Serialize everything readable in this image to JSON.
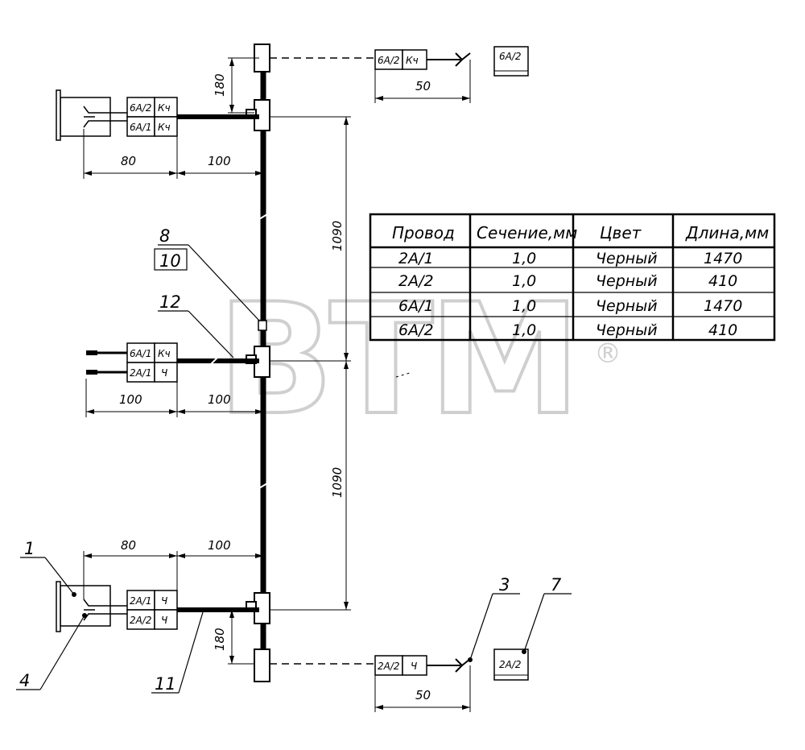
{
  "dims": {
    "d180_top": "180",
    "d50_top": "50",
    "d80_top": "80",
    "d100_top": "100",
    "d1090_upper": "1090",
    "d100_mid_left": "100",
    "d100_mid_right": "100",
    "d1090_lower": "1090",
    "d80_bottom": "80",
    "d100_bottom": "100",
    "d180_bottom": "180",
    "d50_bottom": "50"
  },
  "labels": {
    "p1": "1",
    "p3": "3",
    "p4": "4",
    "p7": "7",
    "p8": "8",
    "p10": "10",
    "p11": "11",
    "p12": "12"
  },
  "tags": {
    "top_right_wire": "6A/2",
    "top_right_color": "Кч",
    "top_right_box": "6A/2",
    "top_left_wire1": "6A/2",
    "top_left_color1": "Кч",
    "top_left_wire2": "6A/1",
    "top_left_color2": "Кч",
    "mid_wire1": "6A/1",
    "mid_color1": "Кч",
    "mid_wire2": "2A/1",
    "mid_color2": "Ч",
    "bot_left_wire1": "2A/1",
    "bot_left_color1": "Ч",
    "bot_left_wire2": "2A/2",
    "bot_left_color2": "Ч",
    "bot_right_wire": "2A/2",
    "bot_right_color": "Ч",
    "bot_right_box": "2A/2"
  },
  "table": {
    "headers": [
      "Провод",
      "Сечение,мм",
      "Цвет",
      "Длина,мм"
    ],
    "rows": [
      [
        "2A/1",
        "1,0",
        "Черный",
        "1470"
      ],
      [
        "2A/2",
        "1,0",
        "Черный",
        "410"
      ],
      [
        "6A/1",
        "1,0",
        "Черный",
        "1470"
      ],
      [
        "6A/2",
        "1,0",
        "Черный",
        "410"
      ]
    ]
  },
  "watermark": {
    "text": "BTM",
    "mark": "®"
  }
}
